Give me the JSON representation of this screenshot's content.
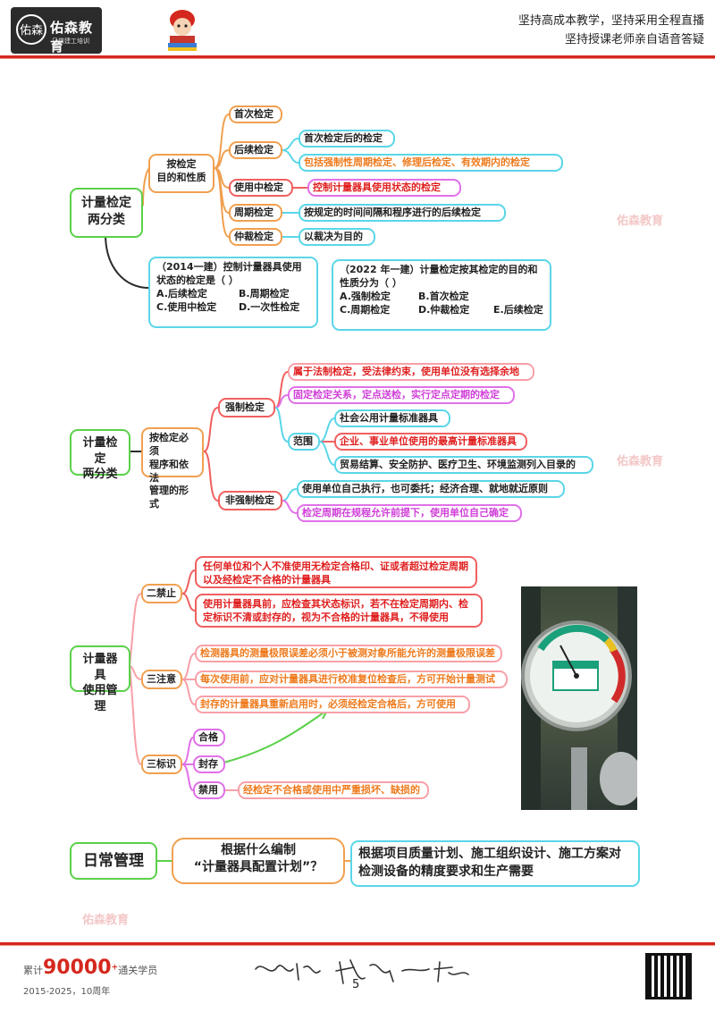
{
  "header": {
    "logo_name": "佑森教育",
    "logo_sub": "只做建工培训",
    "logo_seal": "佑森",
    "slogan_line1": "坚持高成本教学，坚持采用全程直播",
    "slogan_line2": "坚持授课老师亲自语音答疑"
  },
  "section1": {
    "root": "计量检定\n两分类",
    "branch": "按检定\n目的和性质",
    "items": [
      {
        "label": "首次检定"
      },
      {
        "label": "后续检定",
        "notes": [
          "首次检定后的检定",
          "包括强制性周期检定、修理后检定、有效期内的检定"
        ]
      },
      {
        "label": "使用中检定",
        "notes": [
          "控制计量器具使用状态的检定"
        ]
      },
      {
        "label": "周期检定",
        "notes": [
          "按规定的时间间隔和程序进行的后续检定"
        ]
      },
      {
        "label": "仲裁检定",
        "notes": [
          "以裁决为目的"
        ]
      }
    ],
    "q1": {
      "stem": "（2014一建）控制计量器具使用状态的检定是（    ）",
      "a": "A.后续检定",
      "b": "B.周期检定",
      "c": "C.使用中检定",
      "d": "D.一次性检定"
    },
    "q2": {
      "stem": "（2022 年一建）计量检定按其检定的目的和性质分为（    ）",
      "a": "A.强制检定",
      "b": "B.首次检定",
      "c": "C.周期检定",
      "d": "D.仲裁检定",
      "e": "E.后续检定"
    }
  },
  "section2": {
    "root": "计量检定\n两分类",
    "branch": "按检定必须\n程序和依法\n管理的形式",
    "forced": "强制检定",
    "forced_notes": [
      "属于法制检定，受法律约束，使用单位没有选择余地",
      "固定检定关系，定点送检，实行定点定期的检定"
    ],
    "scope": "范围",
    "scope_items": [
      "社会公用计量标准器具",
      "企业、事业单位使用的最高计量标准器具",
      "贸易结算、安全防护、医疗卫生、环境监测列入目录的"
    ],
    "nonforced": "非强制检定",
    "nonforced_notes": [
      "使用单位自己执行，也可委托；经济合理、就地就近原则",
      "检定周期在规程允许前提下，使用单位自己确定"
    ]
  },
  "section3": {
    "root": "计量器具\n使用管理",
    "ban": "二禁止",
    "ban_notes": [
      "任何单位和个人不准使用无检定合格印、证或者超过检定周期以及经检定不合格的计量器具",
      "使用计量器具前，应检查其状态标识，若不在检定周期内、检定标识不清或封存的，视为不合格的计量器具，不得使用"
    ],
    "attention": "三注意",
    "attention_notes": [
      "检测器具的测量极限误差必须小于被测对象所能允许的测量极限误差",
      "每次使用前，应对计量器具进行校准复位检查后，方可开始计量测试",
      "封存的计量器具重新启用时，必须经检定合格后，方可使用"
    ],
    "marks": "三标识",
    "mark_items": [
      "合格",
      "封存",
      "禁用"
    ],
    "mark_note": "经检定不合格或使用中严重损坏、缺损的"
  },
  "section4": {
    "root": "日常管理",
    "question": "根据什么编制\n“计量器具配置计划”？",
    "answer": "根据项目质量计划、施工组织设计、施工方案对检测设备的精度要求和生产需要"
  },
  "watermarks": [
    "佑森教育",
    "佑森教育",
    "佑森教育"
  ],
  "footer": {
    "count_prefix": "累计",
    "count": "90000",
    "count_plus": "+",
    "count_suffix": "通关学员",
    "years": "2015-2025，10周年",
    "page": "5"
  }
}
